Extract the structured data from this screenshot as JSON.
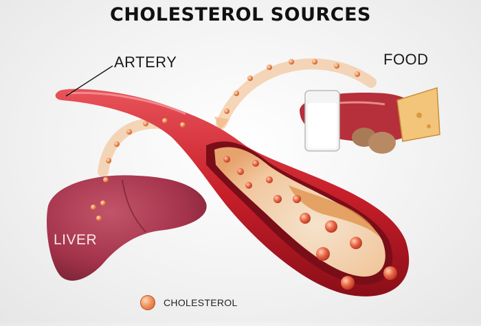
{
  "title": "CHOLESTEROL SOURCES",
  "labels": {
    "artery": "ARTERY",
    "food": "FOOD",
    "liver": "LIVER"
  },
  "legend": {
    "label": "CHOLESTEROL",
    "icon": "cholesterol-particle-icon"
  },
  "colors": {
    "artery_outer": "#c8202a",
    "artery_inner": "#f3c7a0",
    "liver": "#a8354a",
    "particle": "#f0905a",
    "arrow": "#f2b882"
  }
}
